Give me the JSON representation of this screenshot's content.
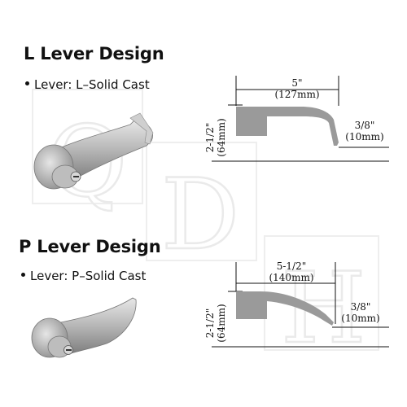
{
  "watermark": {
    "letters": [
      "Q",
      "D",
      "H"
    ]
  },
  "sections": [
    {
      "heading": "L Lever Design",
      "bullet": "Lever: L–Solid Cast",
      "dims": {
        "width": "5\"",
        "width_mm": "(127mm)",
        "height": "2-1/2\"",
        "height_mm": "(64mm)",
        "tip": "3/8\"",
        "tip_mm": "(10mm)"
      }
    },
    {
      "heading": "P Lever Design",
      "bullet": "Lever: P–Solid Cast",
      "dims": {
        "width": "5-1/2\"",
        "width_mm": "(140mm)",
        "height": "2-1/2\"",
        "height_mm": "(64mm)",
        "tip": "3/8\"",
        "tip_mm": "(10mm)"
      }
    }
  ],
  "colors": {
    "profile": "#9a9a9a",
    "line": "#111111",
    "watermark": "#eeeeee",
    "metal": "#b8b8b8"
  }
}
